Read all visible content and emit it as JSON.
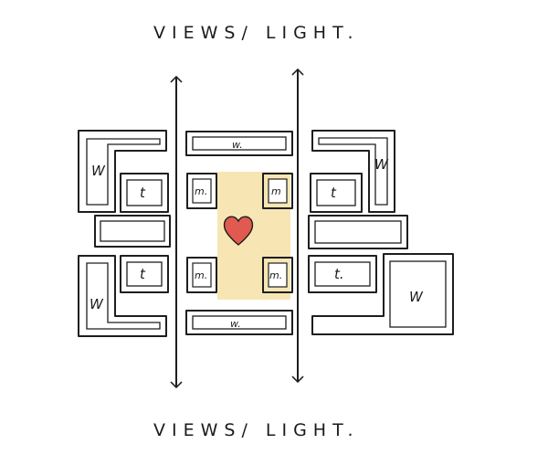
{
  "labels": {
    "top": "VIEWS/ LIGHT.",
    "bottom": "VIEWS/ LIGHT."
  },
  "blocks": {
    "w_top_left": "W",
    "w_top_mid": "w.",
    "w_top_right": "W",
    "w_bot_left": "W",
    "w_bot_mid": "w.",
    "w_bot_right": "W",
    "t_top_left": "t",
    "t_top_right": "t",
    "t_bot_left": "t",
    "t_bot_right": "t.",
    "m_top_left": "m.",
    "m_top_right": "m",
    "m_bot_left": "m.",
    "m_bot_right": "m."
  },
  "colors": {
    "ink": "#1e1e1e",
    "w_fill": "#cfe0e4",
    "t_fill": "#e6dde6",
    "m_fill": "#ece4ea",
    "bar_fill": "#9a9a9a",
    "core_fill": "#f7e6b4",
    "heart_fill": "#e05a4f"
  },
  "icons": {
    "heart": "heart-icon",
    "arrow": "double-arrow-icon"
  }
}
